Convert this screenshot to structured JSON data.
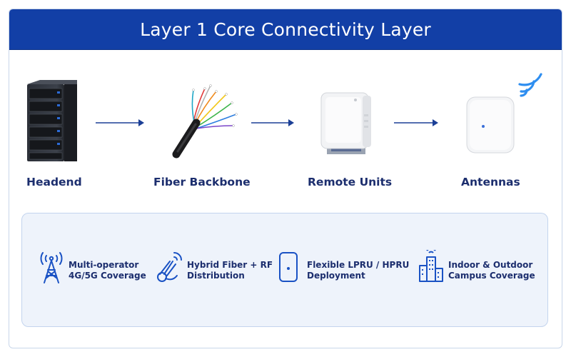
{
  "title": "Layer 1 Core Connectivity Layer",
  "colors": {
    "header": "#123fa6",
    "label": "#1c2e6e",
    "icon": "#1a52c4",
    "panel": "#eef3fb"
  },
  "stages": [
    {
      "label": "Headend",
      "icon": "server-rack-icon"
    },
    {
      "label": "Fiber Backbone",
      "icon": "fiber-cable-icon"
    },
    {
      "label": "Remote Units",
      "icon": "remote-unit-icon"
    },
    {
      "label": "Antennas",
      "icon": "antenna-icon"
    }
  ],
  "features": [
    {
      "line1": "Multi-operator",
      "line2": "4G/5G Coverage",
      "icon": "cell-tower-icon"
    },
    {
      "line1": "Hybrid Fiber + RF",
      "line2": "Distribution",
      "icon": "fiber-rf-icon"
    },
    {
      "line1": "Flexible LPRU / HPRU",
      "line2": "Deployment",
      "icon": "radio-unit-icon"
    },
    {
      "line1": "Indoor & Outdoor",
      "line2": "Campus Coverage",
      "icon": "campus-buildings-icon"
    }
  ]
}
